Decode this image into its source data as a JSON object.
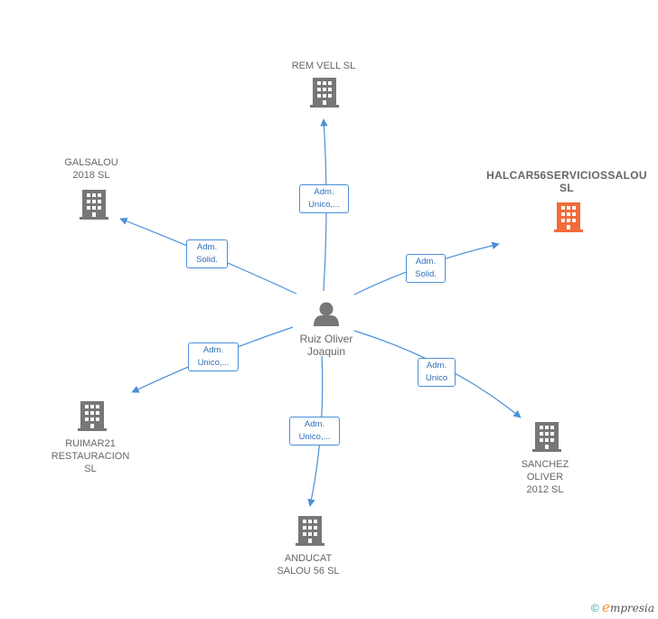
{
  "center": {
    "name_line1": "Ruiz Oliver",
    "name_line2": "Joaquin",
    "icon": "person-icon"
  },
  "companies": [
    {
      "id": "rem-vell",
      "lines": [
        "REM VELL SL"
      ],
      "color": "#777777",
      "icon": "building-icon"
    },
    {
      "id": "galsalou",
      "lines": [
        "GALSALOU",
        "2018  SL"
      ],
      "color": "#777777",
      "icon": "building-icon"
    },
    {
      "id": "halcar",
      "lines": [
        "HALCAR56SERVICIOSSALOU",
        "SL"
      ],
      "color": "#f26b3a",
      "icon": "building-icon",
      "highlighted": true
    },
    {
      "id": "ruimar",
      "lines": [
        "RUIMAR21",
        "RESTAURACION",
        "SL"
      ],
      "color": "#777777",
      "icon": "building-icon"
    },
    {
      "id": "anducat",
      "lines": [
        "ANDUCAT",
        "SALOU 56  SL"
      ],
      "color": "#777777",
      "icon": "building-icon"
    },
    {
      "id": "sanchez",
      "lines": [
        "SANCHEZ",
        "OLIVER",
        "2012 SL"
      ],
      "color": "#777777",
      "icon": "building-icon"
    }
  ],
  "relations": [
    {
      "to": "rem-vell",
      "line1": "Adm.",
      "line2": "Unico,..."
    },
    {
      "to": "galsalou",
      "line1": "Adm.",
      "line2": "Solid."
    },
    {
      "to": "halcar",
      "line1": "Adm.",
      "line2": "Solid."
    },
    {
      "to": "ruimar",
      "line1": "Adm.",
      "line2": "Unico,..."
    },
    {
      "to": "anducat",
      "line1": "Adm.",
      "line2": "Unico,..."
    },
    {
      "to": "sanchez",
      "line1": "Adm.",
      "line2": "Unico"
    }
  ],
  "colors": {
    "edge": "#4a90d9",
    "node": "#777777",
    "highlight": "#f26b3a"
  },
  "footer": {
    "copyright": "©",
    "brand": "mpresia",
    "brand_initial": "e"
  }
}
